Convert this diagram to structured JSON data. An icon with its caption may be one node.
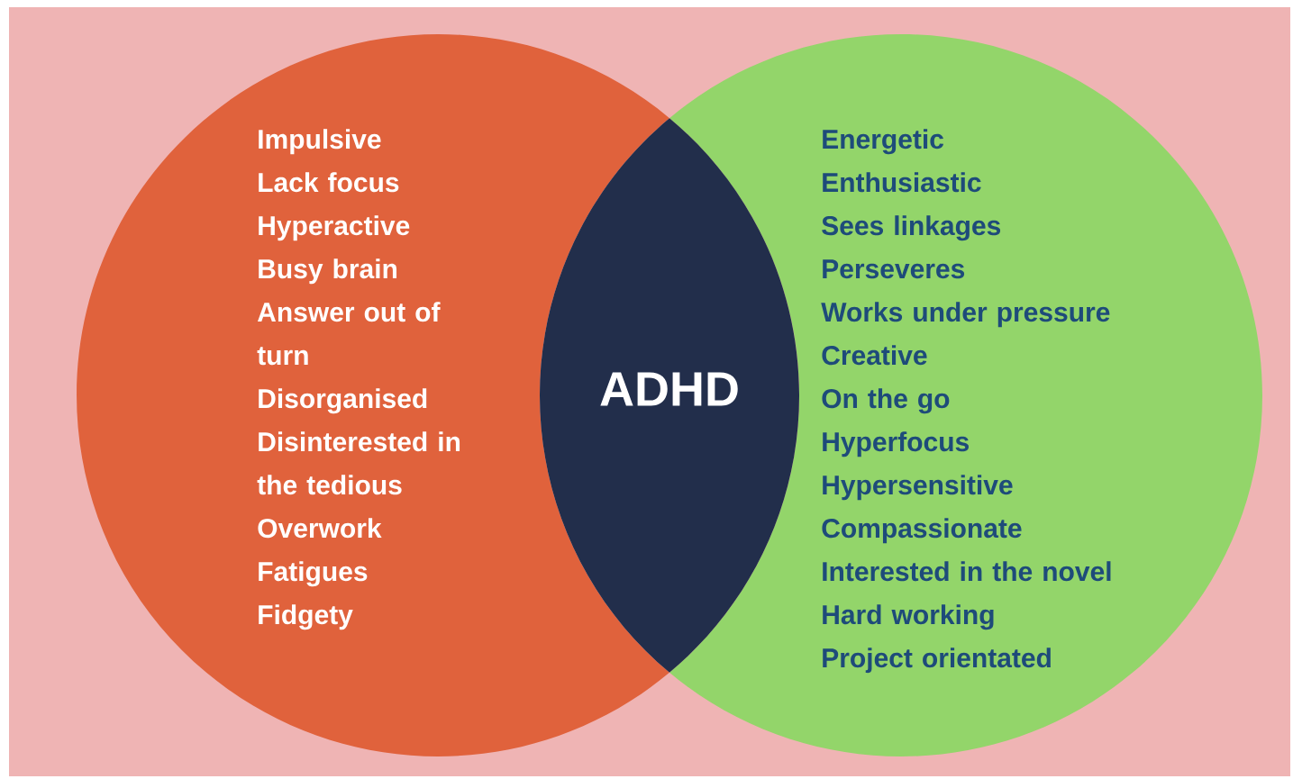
{
  "diagram": {
    "nodes": [
      {
        "text": [
          "Impulsive",
          "Lack focus",
          "Hyperactive",
          "Busy brain",
          "Answer out of turn",
          "Disorganised",
          "Disinterested in the tedious",
          "Overwork",
          "Fatigues",
          "Fidgety"
        ]
      },
      {
        "text": [
          "Energetic",
          "Enthusiastic",
          "Sees linkages",
          "Perseveres",
          "Works under pressure",
          "Creative",
          "On the go",
          "Hyperfocus",
          "Hypersensitive",
          "Compassionate",
          "Interested in the novel",
          "Hard working",
          "Project orientated"
        ]
      },
      {
        "text": [
          "ADHD"
        ]
      }
    ]
  }
}
